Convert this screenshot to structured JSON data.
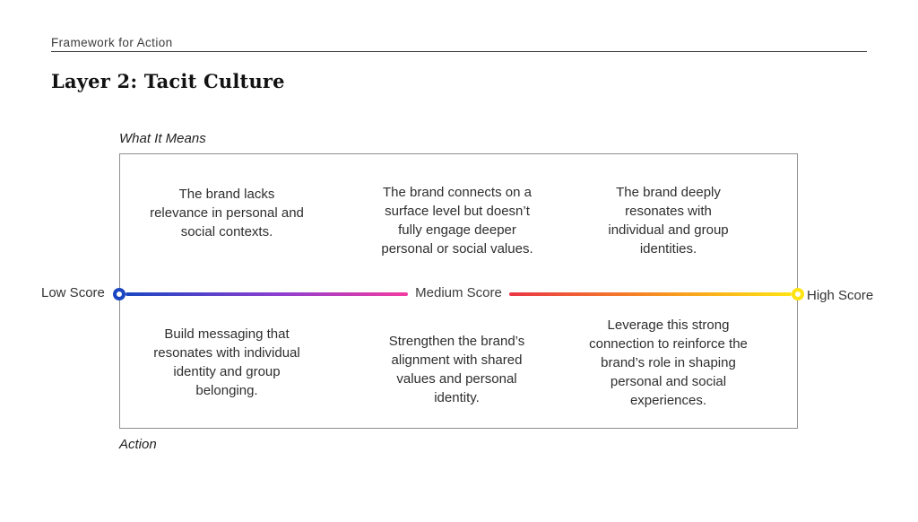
{
  "header": {
    "eyebrow": "Framework for Action",
    "title": "Layer 2: Tacit Culture"
  },
  "diagram": {
    "top_label": "What It Means",
    "bottom_label": "Action",
    "axis": {
      "left_label": "Low Score",
      "mid_label": "Medium Score",
      "right_label": "High Score"
    },
    "what_it_means": [
      "The brand lacks relevance in personal and social contexts.",
      "The brand connects on a surface level but doesn’t fully engage deeper personal or social values.",
      "The brand deeply resonates with individual and group identities."
    ],
    "actions": [
      "Build messaging that resonates with individual identity and group belonging.",
      "Strengthen the brand’s alignment with shared values and personal identity.",
      "Leverage this strong connection to reinforce the brand’s role in shaping personal and social experiences."
    ],
    "colors": {
      "gradient_start": "#1b46c2",
      "gradient_purple": "#8f3ecf",
      "gradient_magenta": "#f23ba0",
      "gradient_red": "#ea3545",
      "gradient_orange": "#f79421",
      "gradient_end": "#ffe313"
    }
  }
}
